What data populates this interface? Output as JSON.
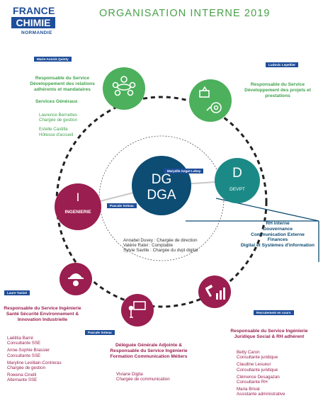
{
  "header": {
    "logo_line1": "FRANCE",
    "logo_line2": "CHIMIE",
    "logo_line3": "NORMANDIE",
    "title": "ORGANISATION INTERNE 2019"
  },
  "center": {
    "line1": "DG",
    "line2": "DGA",
    "tag": "Maryelle Angot Lebey",
    "tag_left": "Pascale Soteau",
    "staff": [
      "Annabel Duvey : Chargée de direction",
      "Valérie Ratel : Comptable",
      "Sylvie Saville : Chargée du dvpt digital"
    ]
  },
  "devpt": {
    "letter": "D",
    "label": "DEVPT",
    "tag": "Ludovic Lepeltier",
    "title": "Responsable du Service Développement des projets et prestations"
  },
  "ingenierie": {
    "letter": "I",
    "label": "INGENIERIE"
  },
  "rh_box": {
    "lines": [
      "RH interne",
      "Gouvernance",
      "Communication Externe",
      "Finances",
      "Digital et Systèmes d'information"
    ]
  },
  "top_left": {
    "tag": "Marie-Annick Quinty",
    "title": "Responsable du Service Développement des relations adhérents et mandataires",
    "subtitle": "Services Généraux",
    "people": [
      "Laurence Bernettes",
      "Chargée de gestion",
      "Estelle Castilla",
      "Hôtesse d'accueil"
    ]
  },
  "bottom_left": {
    "tag": "Laure Tanisé",
    "title": "Responsable du Service Ingénierie Santé Sécurité Environnement & Innovation Industrielle",
    "people": [
      "Laëtitia Barré",
      "Consultante SSE",
      "Anne-Sophie Brassier",
      "Consultante SSE",
      "Maryline Levillain-Contreras",
      "Chargée de gestion",
      "Rowena Cinelli",
      "Alternante SSE"
    ]
  },
  "bottom_mid": {
    "tag": "Pascale Soteau",
    "title": "Déléguée Générale Adjointe & Responsable du Service Ingénierie Formation Communication Métiers",
    "people": [
      "Viviane Digita",
      "Chargée de communication"
    ]
  },
  "bottom_right": {
    "tag": "Recrutement en cours",
    "title": "Responsable du Service Ingénierie Juridique Social & RH adhérent",
    "people": [
      "Betty Caron",
      "Consultante juridique",
      "Claudine Lesueur",
      "Consultante juridique",
      "Clémence Desagazan",
      "Consultante RH",
      "Maria Brival",
      "Assistante administrative"
    ]
  },
  "colors": {
    "green": "#4cb05c",
    "navy": "#0d4c73",
    "teal": "#1b8a86",
    "burgundy": "#9a1e4f",
    "brand_blue": "#1f4e9a"
  }
}
